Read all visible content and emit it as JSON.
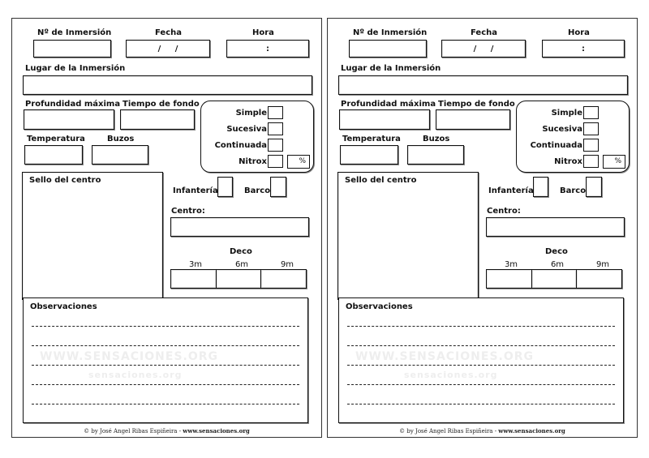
{
  "labels": {
    "dive_number": "Nº de Inmersión",
    "date": "Fecha",
    "time": "Hora",
    "date_value": "/     /",
    "time_value": ":",
    "location": "Lugar de la Inmersión",
    "max_depth": "Profundidad máxima",
    "bottom_time": "Tiempo de fondo",
    "temperature": "Temperatura",
    "divers": "Buzos",
    "simple": "Simple",
    "successive": "Sucesiva",
    "continued": "Continuada",
    "nitrox": "Nitrox",
    "percent": "%",
    "center_stamp": "Sello del centro",
    "infantry": "Infantería",
    "boat": "Barco",
    "center": "Centro:",
    "deco": "Deco",
    "deco_3": "3m",
    "deco_6": "6m",
    "deco_9": "9m",
    "observations": "Observaciones"
  },
  "footer": {
    "credit": "© by José Angel Ribas Espiñeira - ",
    "site": "www.sensaciones.org"
  },
  "watermark": {
    "line1": "WWW.SENSACIONES.ORG",
    "line2": "sensaciones.org"
  }
}
